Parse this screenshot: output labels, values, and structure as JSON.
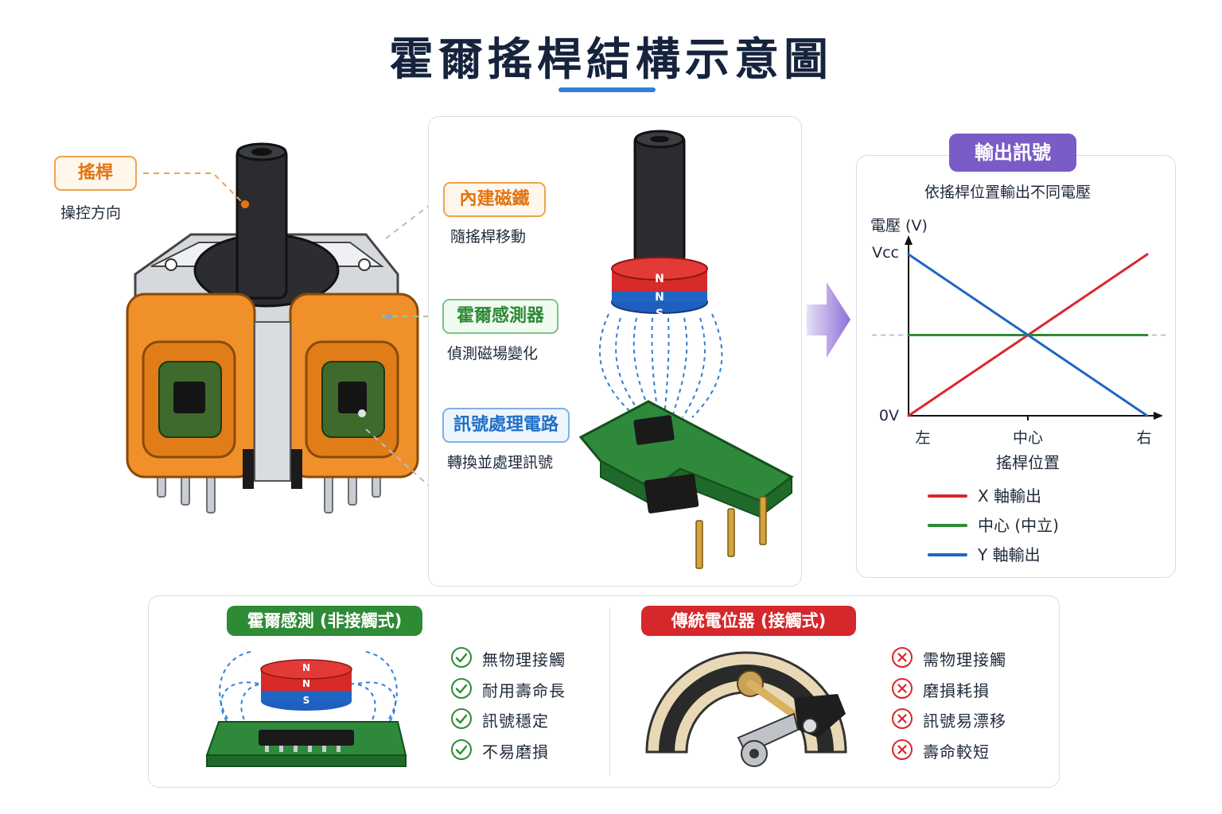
{
  "title": "霍爾搖桿結構示意圖",
  "labels": {
    "joystick": {
      "tag": "搖桿",
      "desc": "操控方向"
    },
    "magnet": {
      "tag": "內建磁鐵",
      "desc": "隨搖桿移動"
    },
    "sensor": {
      "tag": "霍爾感測器",
      "desc": "偵測磁場變化"
    },
    "circuit": {
      "tag": "訊號處理電路",
      "desc": "轉換並處理訊號"
    }
  },
  "magnet_poles": [
    "N",
    "N",
    "S"
  ],
  "output": {
    "badge": "輸出訊號",
    "subtitle": "依搖桿位置輸出不同電壓"
  },
  "chart_data": {
    "type": "line",
    "ylabel": "電壓 (V)",
    "xlabel": "搖桿位置",
    "y_ticks": [
      "Vcc",
      "0V"
    ],
    "x_ticks": [
      "左",
      "中心",
      "右"
    ],
    "x": [
      0,
      1
    ],
    "ylim": [
      0,
      1
    ],
    "series": [
      {
        "name": "X 軸輸出",
        "color": "#d9282c",
        "values": [
          0,
          1
        ]
      },
      {
        "name": "中心 (中立)",
        "color": "#2e8b35",
        "values": [
          0.5,
          0.5
        ]
      },
      {
        "name": "Y 軸輸出",
        "color": "#1f66c4",
        "values": [
          1,
          0
        ]
      }
    ]
  },
  "comparison": {
    "hall": {
      "title": "霍爾感測 (非接觸式)",
      "items": [
        "無物理接觸",
        "耐用壽命長",
        "訊號穩定",
        "不易磨損"
      ],
      "color": "#2e8b35"
    },
    "pot": {
      "title": "傳統電位器 (接觸式)",
      "items": [
        "需物理接觸",
        "磨損耗損",
        "訊號易漂移",
        "壽命較短"
      ],
      "color": "#d5272c"
    }
  }
}
